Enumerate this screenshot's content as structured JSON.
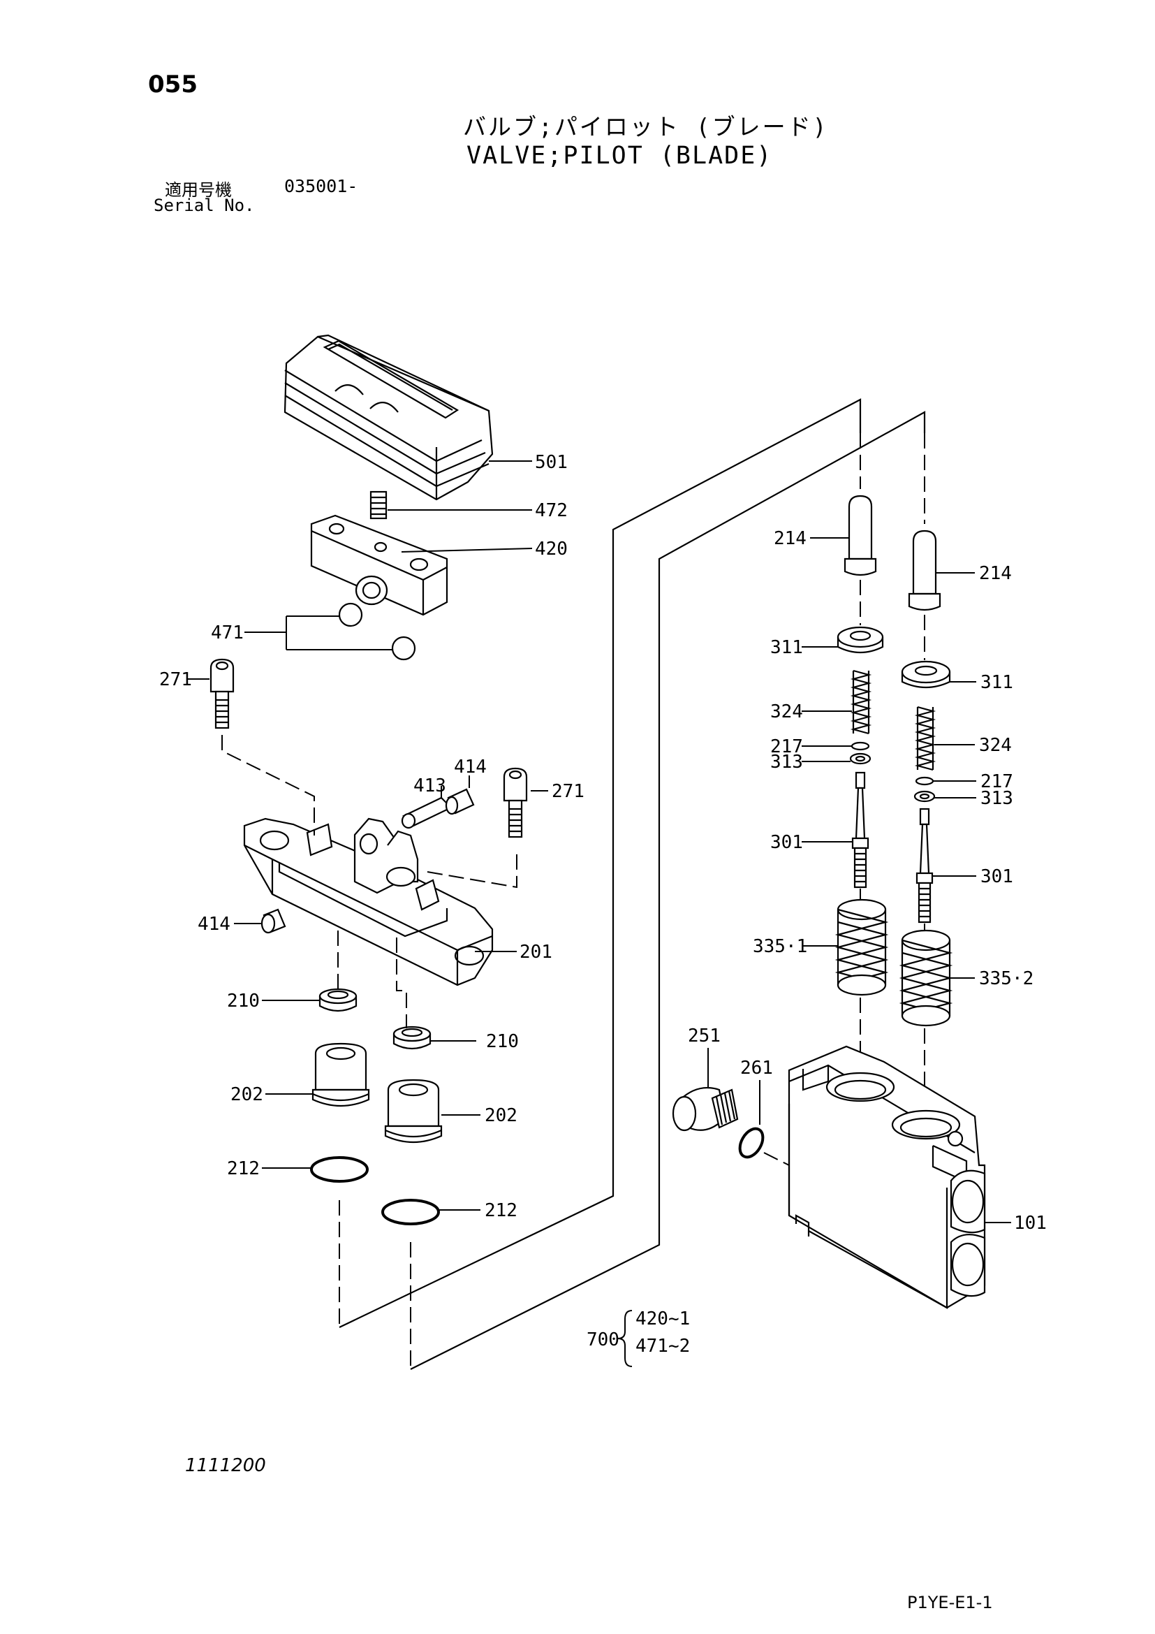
{
  "header": {
    "page_number": "055",
    "title_jp": "バルブ;パイロット (ブレード)",
    "title_en": "VALVE;PILOT (BLADE)",
    "serial_label_jp": "適用号機",
    "serial_code": "035001-",
    "serial_label_en": "Serial No."
  },
  "callouts": {
    "c501": "501",
    "c472": "472",
    "c420": "420",
    "c471": "471",
    "c271a": "271",
    "c271b": "271",
    "c414a": "414",
    "c413": "413",
    "c414b": "414",
    "c201": "201",
    "c210a": "210",
    "c210b": "210",
    "c202a": "202",
    "c202b": "202",
    "c212a": "212",
    "c212b": "212",
    "c214a": "214",
    "c214b": "214",
    "c311a": "311",
    "c311b": "311",
    "c324a": "324",
    "c324b": "324",
    "c217a": "217",
    "c313a": "313",
    "c217b": "217",
    "c313b": "313",
    "c301a": "301",
    "c301b": "301",
    "c335_1": "335·1",
    "c335_2": "335·2",
    "c251": "251",
    "c261": "261",
    "c101": "101"
  },
  "kit": {
    "number": "700",
    "line1": "420~1",
    "line2": "471~2"
  },
  "footer": {
    "drawing_number": "1111200",
    "page_code": "P1YE-E1-1"
  }
}
